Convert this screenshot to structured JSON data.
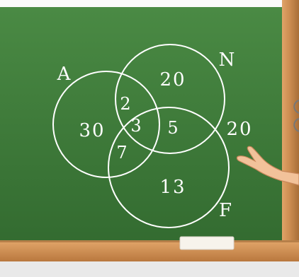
{
  "diagram": {
    "sets": [
      {
        "id": "A",
        "label": "A"
      },
      {
        "id": "N",
        "label": "N"
      },
      {
        "id": "F",
        "label": "F"
      }
    ],
    "regions": {
      "A_only": "30",
      "N_only": "20",
      "F_only": "13",
      "A_and_N": "2",
      "N_and_F": "5",
      "A_and_F": "7",
      "A_and_N_and_F": "3",
      "outside": "20"
    }
  },
  "colors": {
    "board": "#3f7a3a",
    "frame": "#c98a4f",
    "chalk": "#ffffff",
    "skin": "#f2c29a"
  }
}
